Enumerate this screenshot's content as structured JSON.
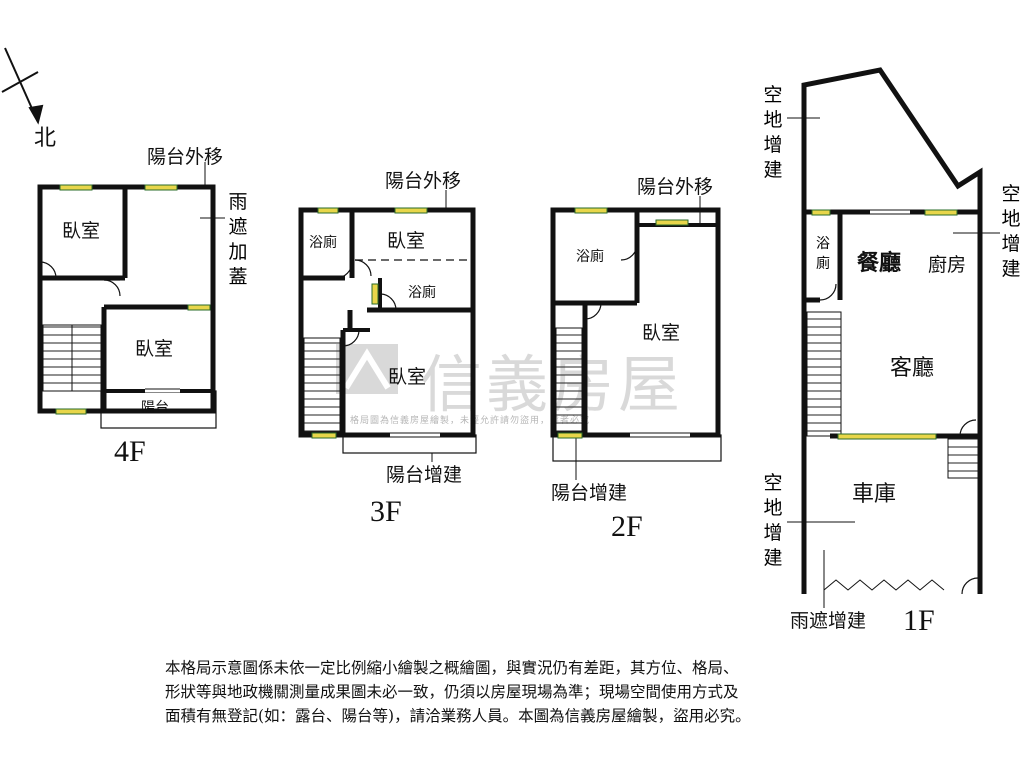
{
  "compass": {
    "north_label": "北"
  },
  "watermark": {
    "brand": "信義房屋",
    "notice": "格局圖為信義房屋繪製，未經允許請勿盜用，違者必究"
  },
  "floors": {
    "f4": {
      "label": "4F",
      "rooms": {
        "bedroom_top": "臥室",
        "bedroom_bottom": "臥室",
        "balcony": "陽台"
      },
      "annotations": {
        "balcony_move": "陽台外移",
        "canopy": [
          "雨",
          "遮",
          "加",
          "蓋"
        ]
      }
    },
    "f3": {
      "label": "3F",
      "rooms": {
        "bath_left": "浴廁",
        "bedroom_top": "臥室",
        "bath_mid": "浴廁",
        "bedroom_main": "臥室"
      },
      "annotations": {
        "balcony_move": "陽台外移",
        "balcony_add": "陽台增建"
      }
    },
    "f2": {
      "label": "2F",
      "rooms": {
        "bath": "浴廁",
        "bedroom": "臥室"
      },
      "annotations": {
        "balcony_move": "陽台外移",
        "balcony_add": "陽台增建"
      }
    },
    "f1": {
      "label": "1F",
      "rooms": {
        "bath": [
          "浴",
          "廁"
        ],
        "dining": "餐廳",
        "kitchen": "廚房",
        "living": "客廳",
        "garage": "車庫"
      },
      "annotations": {
        "vacant_top_left": [
          "空",
          "地",
          "增",
          "建"
        ],
        "vacant_top_right": [
          "空",
          "地",
          "增",
          "建"
        ],
        "vacant_bottom_left": [
          "空",
          "地",
          "增",
          "建"
        ],
        "canopy_add": "雨遮增建"
      }
    }
  },
  "footnote": {
    "line1": "本格局示意圖係未依一定比例縮小繪製之概繪圖，與實況仍有差距，其方位、格局、",
    "line2": "形狀等與地政機關測量成果圖未必一致，仍須以房屋現場為準；現場空間使用方式及",
    "line3": "面積有無登記(如：露台、陽台等)，請洽業務人員。本圖為信義房屋繪製，盜用必究。"
  },
  "colors": {
    "wall": "#111111",
    "window_fill": "#e8d64a",
    "window_edge": "#2a6b2a",
    "watermark": "#888888"
  }
}
